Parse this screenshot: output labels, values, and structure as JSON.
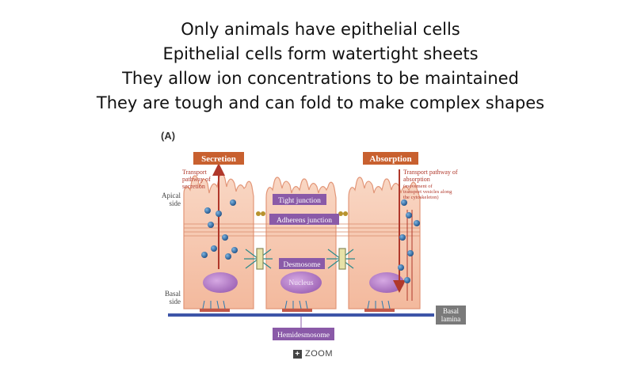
{
  "slide": {
    "lines": [
      "Only animals have epithelial cells",
      "Epithelial cells form watertight sheets",
      "They allow ion concentrations to be maintained",
      "They are tough and can fold to make complex shapes"
    ]
  },
  "figure": {
    "panel_label": "(A)",
    "labels": {
      "secretion": "Secretion",
      "absorption": "Absorption",
      "transport_secretion_1": "Transport",
      "transport_secretion_2": "pathway of",
      "transport_secretion_3": "secretion",
      "transport_absorption_1": "Transport pathway of",
      "transport_absorption_2": "absorption",
      "transport_absorption_3": "(movement of",
      "transport_absorption_4": "transport vesicles along",
      "transport_absorption_5": "the cytoskeleton)",
      "apical_1": "Apical",
      "apical_2": "side",
      "basal_1": "Basal",
      "basal_2": "side",
      "tight_junction": "Tight junction",
      "adherens_junction": "Adherens junction",
      "desmosome": "Desmosome",
      "nucleus": "Nucleus",
      "basal_lamina_1": "Basal",
      "basal_lamina_2": "lamina",
      "hemidesmosome": "Hemidesmosome"
    },
    "colors": {
      "cell_fill": "#f6c7ae",
      "cell_stroke": "#e29678",
      "secretion_box": "#c8602f",
      "junction_box": "#8a5aa8",
      "nucleus": "#b07ac4",
      "vesicle": "#2b6ca8",
      "basal_lamina_line": "#3d55a8",
      "basal_lamina_box": "#7a7a7a",
      "arrow": "#b0382b"
    }
  },
  "zoom": {
    "icon": "plus-icon",
    "label": "ZOOM"
  }
}
